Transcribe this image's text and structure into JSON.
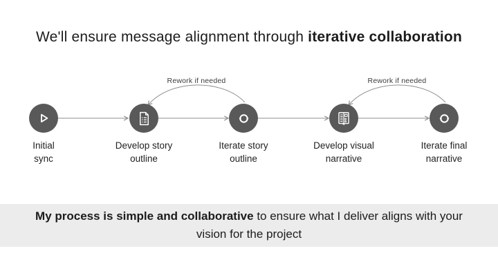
{
  "title": {
    "prefix": "We'll ensure message alignment through ",
    "emphasis": "iterative collaboration"
  },
  "steps": [
    {
      "label": "Initial\nsync",
      "icon": "play-icon"
    },
    {
      "label": "Develop story\noutline",
      "icon": "checklist-document-icon"
    },
    {
      "label": "Iterate story\noutline",
      "icon": "sync-icon"
    },
    {
      "label": "Develop visual\nnarrative",
      "icon": "open-book-icon"
    },
    {
      "label": "Iterate final\nnarrative",
      "icon": "sync-icon"
    }
  ],
  "rework_labels": [
    "Rework if needed",
    "Rework if needed"
  ],
  "footer": {
    "emphasis": "My process is simple and collaborative",
    "rest": " to ensure what I deliver aligns with your vision for the project"
  },
  "colors": {
    "node": "#595959",
    "connector": "#8c8c8c",
    "icon": "#ffffff",
    "footer_background": "#ececec",
    "text": "#1c1c1c"
  }
}
